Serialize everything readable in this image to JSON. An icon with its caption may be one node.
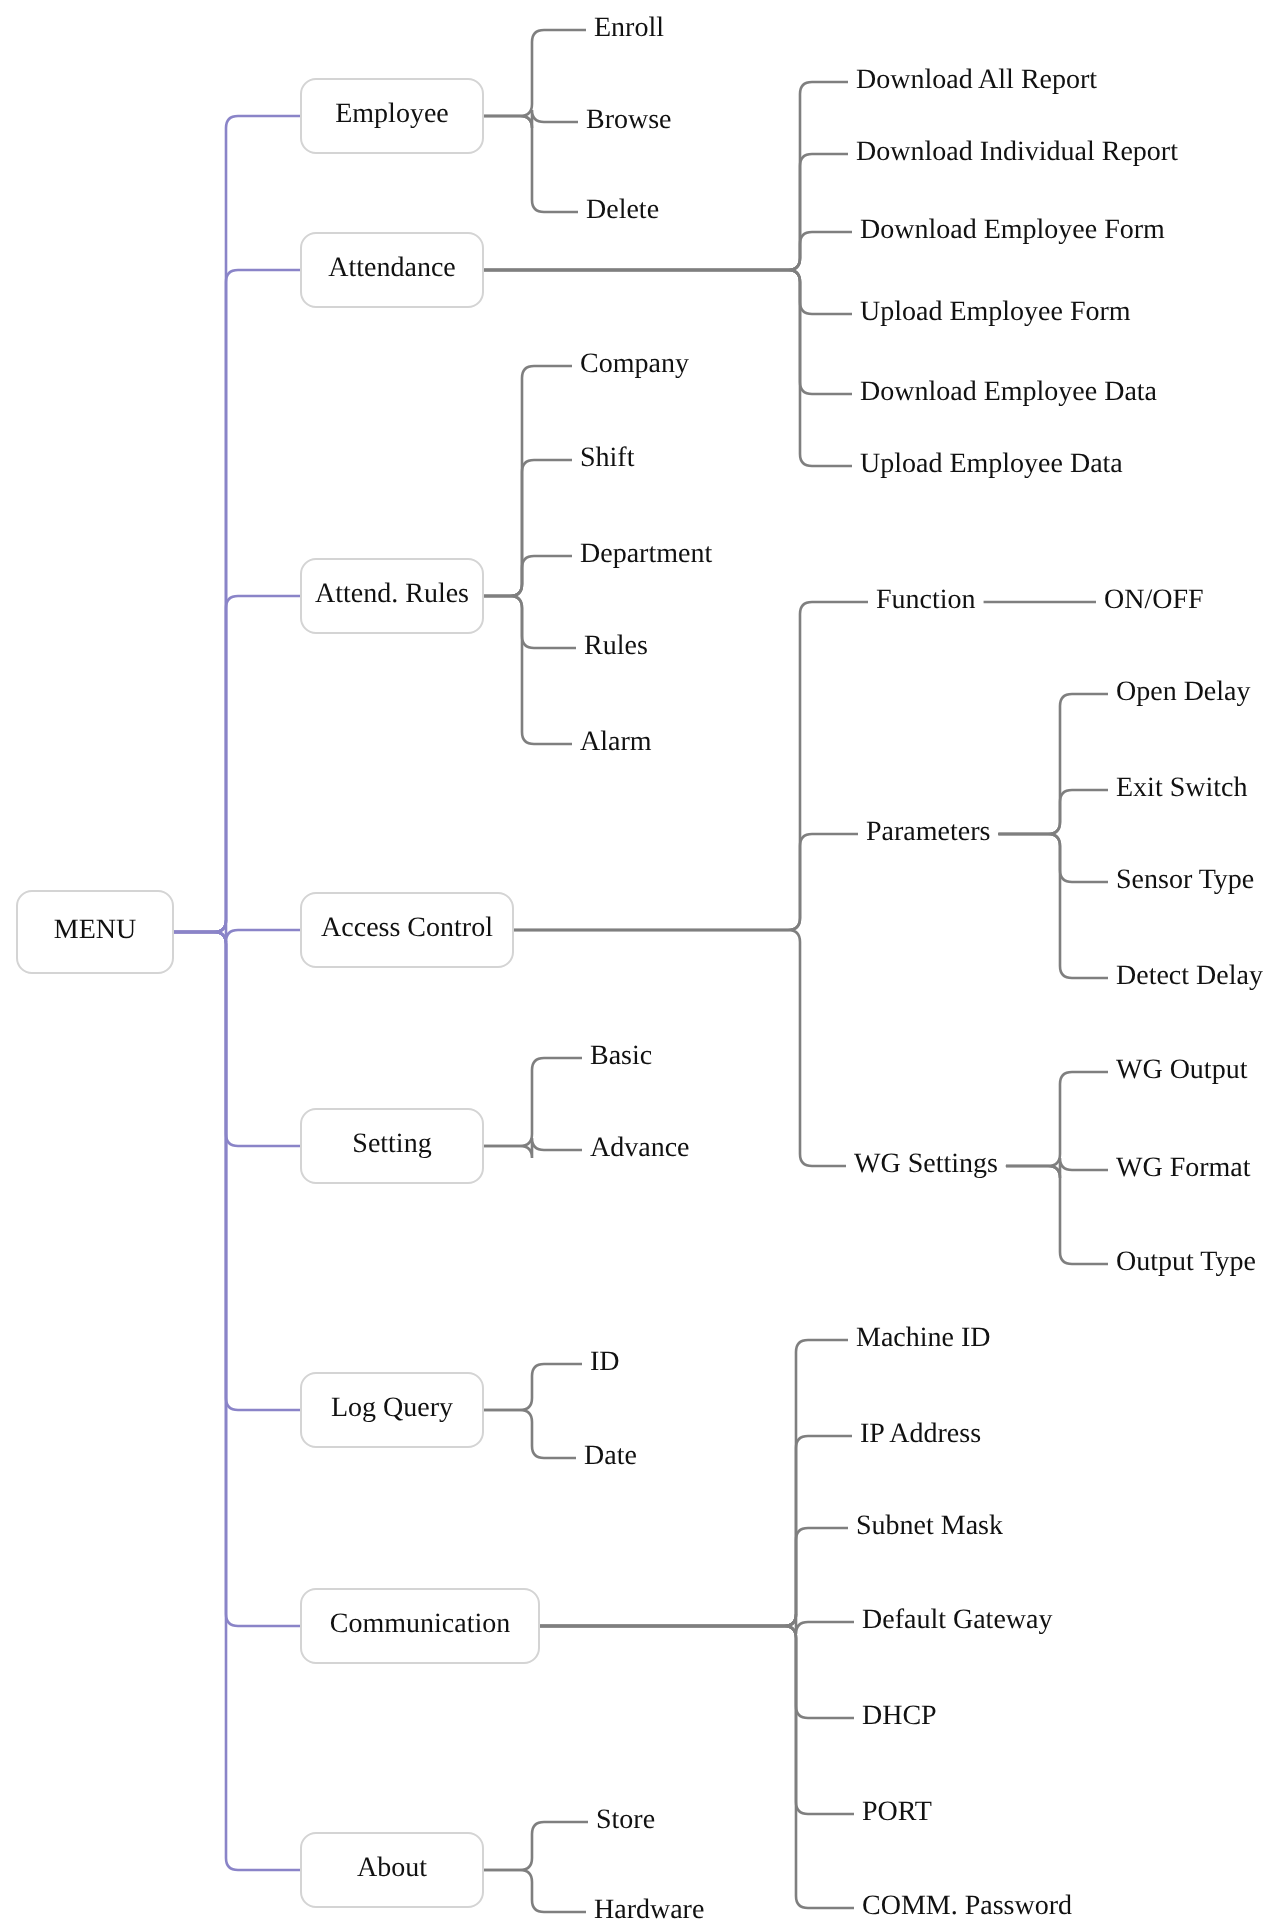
{
  "diagram": {
    "nodes": [
      {
        "text": [
          "MENU"
        ]
      },
      {
        "text": [
          "Employee"
        ]
      },
      {
        "text": [
          "Enroll"
        ]
      },
      {
        "text": [
          "Browse"
        ]
      },
      {
        "text": [
          "Delete"
        ]
      },
      {
        "text": [
          "Attendance"
        ]
      },
      {
        "text": [
          "Download All Report"
        ]
      },
      {
        "text": [
          "Download Individual Report"
        ]
      },
      {
        "text": [
          "Download Employee Form"
        ]
      },
      {
        "text": [
          "Upload Employee Form"
        ]
      },
      {
        "text": [
          "Download Employee Data"
        ]
      },
      {
        "text": [
          "Upload Employee Data"
        ]
      },
      {
        "text": [
          "Attend. Rules"
        ]
      },
      {
        "text": [
          "Company"
        ]
      },
      {
        "text": [
          "Shift"
        ]
      },
      {
        "text": [
          "Department"
        ]
      },
      {
        "text": [
          "Rules"
        ]
      },
      {
        "text": [
          "Alarm"
        ]
      },
      {
        "text": [
          "Access Control"
        ]
      },
      {
        "text": [
          "Function"
        ]
      },
      {
        "text": [
          "ON/OFF"
        ]
      },
      {
        "text": [
          "Parameters"
        ]
      },
      {
        "text": [
          "Open Delay"
        ]
      },
      {
        "text": [
          "Exit Switch"
        ]
      },
      {
        "text": [
          "Sensor Type"
        ]
      },
      {
        "text": [
          "Detect Delay"
        ]
      },
      {
        "text": [
          "WG Settings"
        ]
      },
      {
        "text": [
          "WG Output"
        ]
      },
      {
        "text": [
          "WG Format"
        ]
      },
      {
        "text": [
          "Output Type"
        ]
      },
      {
        "text": [
          "Setting"
        ]
      },
      {
        "text": [
          "Basic"
        ]
      },
      {
        "text": [
          "Advance"
        ]
      },
      {
        "text": [
          "Log Query"
        ]
      },
      {
        "text": [
          "ID"
        ]
      },
      {
        "text": [
          "Date"
        ]
      },
      {
        "text": [
          "Communication"
        ]
      },
      {
        "text": [
          "Machine ID"
        ]
      },
      {
        "text": [
          "IP Address"
        ]
      },
      {
        "text": [
          "Subnet Mask"
        ]
      },
      {
        "text": [
          "Default Gateway"
        ]
      },
      {
        "text": [
          "DHCP"
        ]
      },
      {
        "text": [
          "PORT"
        ]
      },
      {
        "text": [
          "COMM. Password"
        ]
      },
      {
        "text": [
          "About"
        ]
      },
      {
        "text": [
          "Store"
        ]
      },
      {
        "text": [
          "Hardware"
        ]
      }
    ],
    "edges": [
      {
        "from": 0,
        "to": 1,
        "arrow": "none",
        "color": "#8a84c8"
      },
      {
        "from": 0,
        "to": 5,
        "arrow": "none",
        "color": "#8a84c8"
      },
      {
        "from": 0,
        "to": 12,
        "arrow": "none",
        "color": "#8a84c8"
      },
      {
        "from": 0,
        "to": 18,
        "arrow": "none",
        "color": "#8a84c8"
      },
      {
        "from": 0,
        "to": 30,
        "arrow": "none",
        "color": "#8a84c8"
      },
      {
        "from": 0,
        "to": 33,
        "arrow": "none",
        "color": "#8a84c8"
      },
      {
        "from": 0,
        "to": 36,
        "arrow": "none",
        "color": "#8a84c8"
      },
      {
        "from": 0,
        "to": 44,
        "arrow": "none",
        "color": "#8a84c8"
      },
      {
        "from": 1,
        "to": 2,
        "arrow": "none"
      },
      {
        "from": 1,
        "to": 3,
        "arrow": "none"
      },
      {
        "from": 1,
        "to": 4,
        "arrow": "none"
      },
      {
        "from": 5,
        "to": 6,
        "arrow": "none"
      },
      {
        "from": 5,
        "to": 7,
        "arrow": "none"
      },
      {
        "from": 5,
        "to": 8,
        "arrow": "none"
      },
      {
        "from": 5,
        "to": 9,
        "arrow": "none"
      },
      {
        "from": 5,
        "to": 10,
        "arrow": "none"
      },
      {
        "from": 5,
        "to": 11,
        "arrow": "none"
      },
      {
        "from": 12,
        "to": 13,
        "arrow": "none"
      },
      {
        "from": 12,
        "to": 14,
        "arrow": "none"
      },
      {
        "from": 12,
        "to": 15,
        "arrow": "none"
      },
      {
        "from": 12,
        "to": 16,
        "arrow": "none"
      },
      {
        "from": 12,
        "to": 17,
        "arrow": "none"
      },
      {
        "from": 18,
        "to": 19,
        "arrow": "none"
      },
      {
        "from": 18,
        "to": 21,
        "arrow": "none"
      },
      {
        "from": 18,
        "to": 26,
        "arrow": "none"
      },
      {
        "from": 19,
        "to": 20,
        "arrow": "none"
      },
      {
        "from": 21,
        "to": 22,
        "arrow": "none"
      },
      {
        "from": 21,
        "to": 23,
        "arrow": "none"
      },
      {
        "from": 21,
        "to": 24,
        "arrow": "none"
      },
      {
        "from": 21,
        "to": 25,
        "arrow": "none"
      },
      {
        "from": 26,
        "to": 27,
        "arrow": "none"
      },
      {
        "from": 26,
        "to": 28,
        "arrow": "none"
      },
      {
        "from": 26,
        "to": 29,
        "arrow": "none"
      },
      {
        "from": 30,
        "to": 31,
        "arrow": "none"
      },
      {
        "from": 30,
        "to": 32,
        "arrow": "none"
      },
      {
        "from": 33,
        "to": 34,
        "arrow": "none"
      },
      {
        "from": 33,
        "to": 35,
        "arrow": "none"
      },
      {
        "from": 36,
        "to": 37,
        "arrow": "none"
      },
      {
        "from": 36,
        "to": 38,
        "arrow": "none"
      },
      {
        "from": 36,
        "to": 39,
        "arrow": "none"
      },
      {
        "from": 36,
        "to": 40,
        "arrow": "none"
      },
      {
        "from": 36,
        "to": 41,
        "arrow": "none"
      },
      {
        "from": 36,
        "to": 42,
        "arrow": "none"
      },
      {
        "from": 36,
        "to": 43,
        "arrow": "none"
      },
      {
        "from": 44,
        "to": 45,
        "arrow": "none"
      },
      {
        "from": 44,
        "to": 46,
        "arrow": "none"
      }
    ]
  }
}
